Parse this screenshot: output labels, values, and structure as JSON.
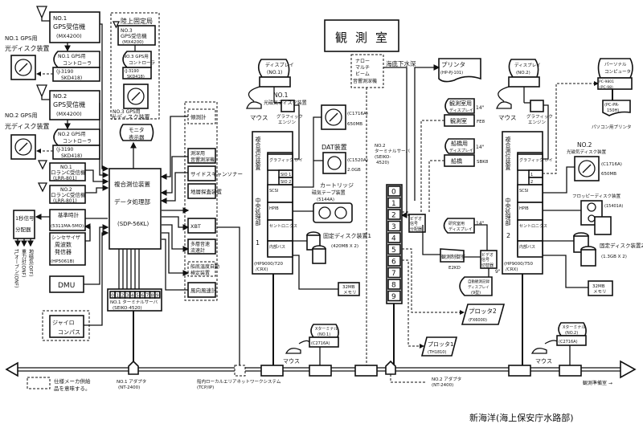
{
  "title": "観測室",
  "caption": "新海洋(海上保安庁水路部)",
  "legend_note": [
    "仕様メーカ供給",
    "品を意味する。"
  ],
  "left": {
    "gps1_rx": [
      "NO.1",
      "GPS受信機",
      "(MX4200)"
    ],
    "gps1_ctrl": [
      "NO.1 GPS用",
      "コントローラ"
    ],
    "gps1_model": [
      "(J-3190",
      "SKD418)"
    ],
    "gps1_disk_label": [
      "NO.1 GPS用",
      "光ディスク装置"
    ],
    "gps2_rx": [
      "NO.2",
      "GPS受信機",
      "(MX4200)"
    ],
    "gps2_ctrl": [
      "NO.2 GPS用",
      "コントローラ"
    ],
    "gps2_model": [
      "(J-3190",
      "SKD418)"
    ],
    "gps2_disk_label": [
      "NO.2 GPS用",
      "光ディスク装置"
    ],
    "loran1": [
      "NO.1",
      "ロランC受信機",
      "(LRR-801)"
    ],
    "loran2": [
      "NO.2",
      "ロランC受信機",
      "(LRR-801)"
    ],
    "time_std": [
      "基準時計",
      "(5311MA-5MO)"
    ],
    "synth": [
      "シンセサイザ",
      "周波数",
      "発信器",
      "(HP5061B)"
    ],
    "pps_dist": [
      "1秒信号",
      "分配器"
    ],
    "pps_outputs": [
      "TLオーブン(ONF)",
      "重力計(ONF)",
      "地磁気(OFF)",
      "コンプレッサ"
    ],
    "dmu": "DMU",
    "gyro": [
      "ジャイロ",
      "コンパス"
    ]
  },
  "land_station": {
    "title": "陸上固定局",
    "gps3_rx": [
      "NO.3",
      "GPS受信機",
      "(MX4200)"
    ],
    "gps3_ctrl": [
      "NO.3 GPS用",
      "コントローラ"
    ],
    "gps3_model": [
      "(J-3190",
      "SKD418)"
    ],
    "gps3_disk_label": [
      "NO.3 GPS用",
      "光ディスク装置"
    ]
  },
  "monitor": [
    "モニタ",
    "表示器"
  ],
  "processor": [
    "複合測位装置",
    "データ処理部",
    "(SDP-56KL)"
  ],
  "terminal_mux1": {
    "ports": [
      "0",
      "1",
      "2",
      "3",
      "4",
      "5",
      "6",
      "7",
      "8",
      "9"
    ],
    "label": [
      "NO.1 ターミナルサーバ",
      "(SEIKO-4520)"
    ]
  },
  "sensors": [
    {
      "label": "傾測計",
      "dashed": true
    },
    {
      "label": "測深用 音響測深機",
      "dashed": false
    },
    {
      "label": "サイドスキャンソナー",
      "dashed": false
    },
    {
      "label": "地層探査装置",
      "dashed": false
    },
    {
      "label": "XBT",
      "dashed": false
    },
    {
      "label": "多層音速 流速計",
      "dashed": false
    },
    {
      "label": "船底温度自動 検定装置",
      "dashed": true
    },
    {
      "label": "風向風速計",
      "dashed": false
    }
  ],
  "ws1": {
    "display": [
      "ディスプレイ",
      "(NO.1)"
    ],
    "mouse": "マウス",
    "gfx_engine": [
      "グラフィック",
      "エンジン"
    ],
    "name": [
      "複合測位装置",
      "中央処理部",
      "1"
    ],
    "slots": [
      "グラフィック レイ",
      "SIO 1",
      "SIO 2",
      "SCSI",
      "HPIB",
      "セントロニクス",
      "内部バス"
    ],
    "model": [
      "(HP9000/720",
      "/CRX)"
    ],
    "mo_disk": [
      "NO.1",
      "光磁気ディスク装置",
      "(C1716A)",
      "650MB"
    ],
    "dat": [
      "DAT装置",
      "(C1520A)",
      "2.0GB"
    ],
    "cartridge": [
      "カートリッジ",
      "磁気テープ装置",
      "(5144A)"
    ],
    "fixed_disk": [
      "固定ディスク装置1",
      "(420MB X 2)"
    ],
    "memory": [
      "32MB",
      "メモリ"
    ]
  },
  "narrow_beam": [
    "ナロー",
    "マルチ",
    "ビーム",
    "音響測深機"
  ],
  "subbottom": "海底下水深",
  "terminal_mux2": {
    "label": [
      "NO.2",
      "ターミナルサーバ",
      "(SEIKO-",
      "4520)"
    ],
    "ports": [
      "0",
      "1",
      "2",
      "3",
      "4",
      "5",
      "6",
      "7",
      "8",
      "9"
    ]
  },
  "printer": [
    "プリンタ",
    "(HP-PJ-101)"
  ],
  "obs_display": {
    "label": [
      "観測室用",
      "ディスプレイ"
    ],
    "size": "14\"",
    "unit": "観測室",
    "model": "FE8"
  },
  "bridge_display": {
    "label": [
      "船橋用",
      "ディスプレイ"
    ],
    "size": "14\"",
    "unit": "船橋",
    "model": "SBK8"
  },
  "video_dist": [
    "ビデオ",
    "信号",
    "分配器"
  ],
  "lab_display": {
    "label": [
      "研究室用",
      "ディスプレイ"
    ],
    "size": "14\""
  },
  "obs_control": {
    "label": "観測制御室",
    "model": "E2KD"
  },
  "video_switch": [
    "ビデオ",
    "信号",
    "切替器"
  ],
  "small_display": {
    "label": [
      "自動観測記録",
      "ディスプレイ",
      "(9型)"
    ],
    "size": "9\""
  },
  "plotter2": [
    "プロッタ2",
    "(FX6000)"
  ],
  "plotter1": [
    "プロッタ1",
    "(TH1810)"
  ],
  "ws2": {
    "display": [
      "ディスプレイ",
      "(NO.2)"
    ],
    "mouse": "マウス",
    "gfx_engine": [
      "グラフィック",
      "エンジン"
    ],
    "name": [
      "複合測位装置",
      "中央処理部",
      "2"
    ],
    "slots": [
      "グラフィック レイ",
      "1",
      "2",
      "SCSI",
      "HPIB",
      "セントロニクス",
      "内部バス"
    ],
    "model": [
      "(HP9000/750",
      "/CRX)"
    ],
    "mo_disk": [
      "NO.2",
      "光磁気ディスク装置",
      "(C1716A)",
      "650MB"
    ],
    "floppy": [
      "フロッピーディスク装置",
      "(15401A)"
    ],
    "fixed_disk": [
      "固定ディスク装置2",
      "(1.3GB X 2)"
    ],
    "memory": [
      "32MB",
      "メモリ"
    ]
  },
  "pc": {
    "label": [
      "パーソナル",
      "コンピュータ"
    ],
    "model": [
      "PC-9801",
      "(PC-98)"
    ],
    "printer": [
      "(PC-PR-",
      "150H)"
    ],
    "printer_label": "パソコン用プリンタ"
  },
  "network": {
    "adapter1": [
      "NO.1 アダプタ",
      "(NT-2400)"
    ],
    "adapter2": [
      "NO.2 アダプタ",
      "(NT-2400)"
    ],
    "lan": [
      "船内ローカルエリアネットワークシステム",
      "(TCP/IP)"
    ],
    "xterm1": [
      "Xターミナル",
      "(NO.1)",
      "(C2716A)"
    ],
    "xterm2": [
      "Xターミナル",
      "(NO.2)",
      "(C2716A)"
    ],
    "mouse": "マウス",
    "to_room": "観測準備室 →"
  }
}
